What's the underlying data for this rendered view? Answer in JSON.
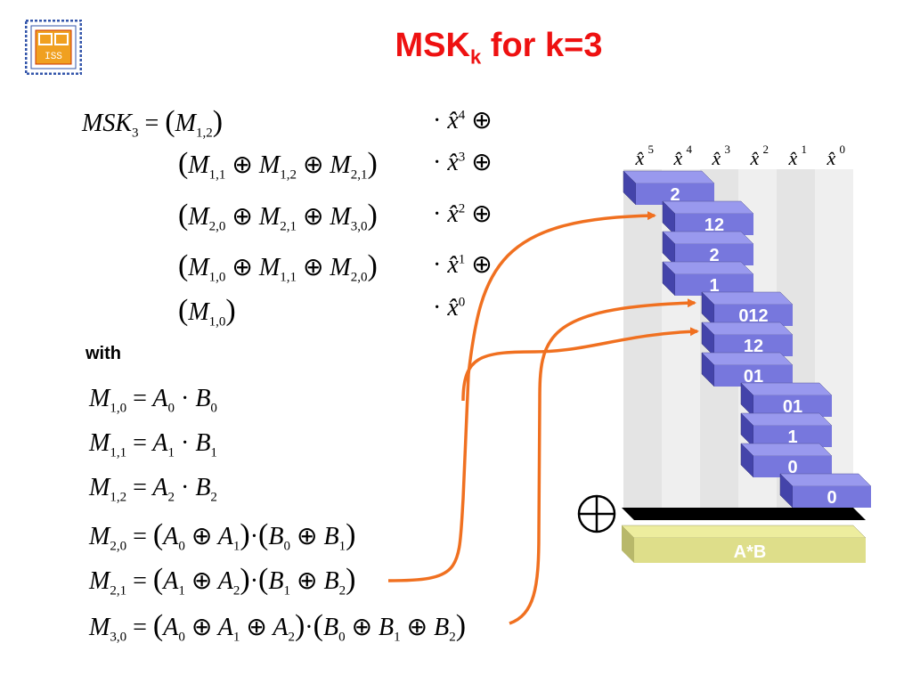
{
  "title": {
    "main": "MSK",
    "sub": "k",
    "rest": " for k=3"
  },
  "logo": {
    "text": "ISS"
  },
  "msk_equation": {
    "lhs": "MSK",
    "lhs_sub": "3",
    "terms": [
      {
        "inner": [
          "M_1,2"
        ],
        "power": "4"
      },
      {
        "inner": [
          "M_1,1",
          "M_1,2",
          "M_2,1"
        ],
        "power": "3"
      },
      {
        "inner": [
          "M_2,0",
          "M_2,1",
          "M_3,0"
        ],
        "power": "2"
      },
      {
        "inner": [
          "M_1,0",
          "M_1,1",
          "M_2,0"
        ],
        "power": "1"
      },
      {
        "inner": [
          "M_1,0"
        ],
        "power": "0"
      }
    ]
  },
  "with_label": "with",
  "definitions": [
    {
      "lhs": "1,0",
      "rhs": "A_0 · B_0"
    },
    {
      "lhs": "1,1",
      "rhs": "A_1 · B_1"
    },
    {
      "lhs": "1,2",
      "rhs": "A_2 · B_2"
    },
    {
      "lhs": "2,0",
      "rhs": "(A_0 ⊕ A_1)·(B_0 ⊕ B_1)"
    },
    {
      "lhs": "2,1",
      "rhs": "(A_1 ⊕ A_2)·(B_1 ⊕ B_2)"
    },
    {
      "lhs": "3,0",
      "rhs": "(A_0 ⊕ A_1 ⊕ A_2)·(B_0 ⊕ B_1 ⊕ B_2)"
    }
  ],
  "diagram": {
    "column_powers": [
      "5",
      "4",
      "3",
      "2",
      "1",
      "0"
    ],
    "blocks": [
      "2",
      "12",
      "2",
      "1",
      "012",
      "12",
      "01",
      "01",
      "1",
      "0",
      "0"
    ],
    "xor_symbol": "⊕",
    "result_label": "A*B",
    "colors": {
      "block": "#7777dd",
      "block_top": "#9999ee",
      "block_side": "#4444aa",
      "arrow": "#f07020",
      "result": "#dede8a",
      "bar": "#000000"
    }
  }
}
